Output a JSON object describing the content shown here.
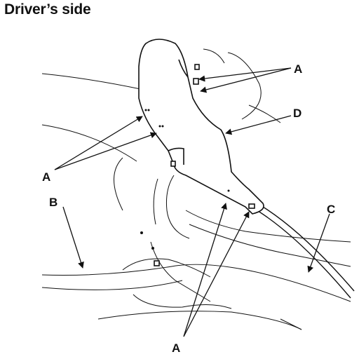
{
  "title": "Driver’s side",
  "callouts": {
    "a_top_right": "A",
    "a_left": "A",
    "a_bottom": "A",
    "b": "B",
    "c": "C",
    "d": "D"
  },
  "colors": {
    "ink": "#111111",
    "background": "#ffffff"
  }
}
